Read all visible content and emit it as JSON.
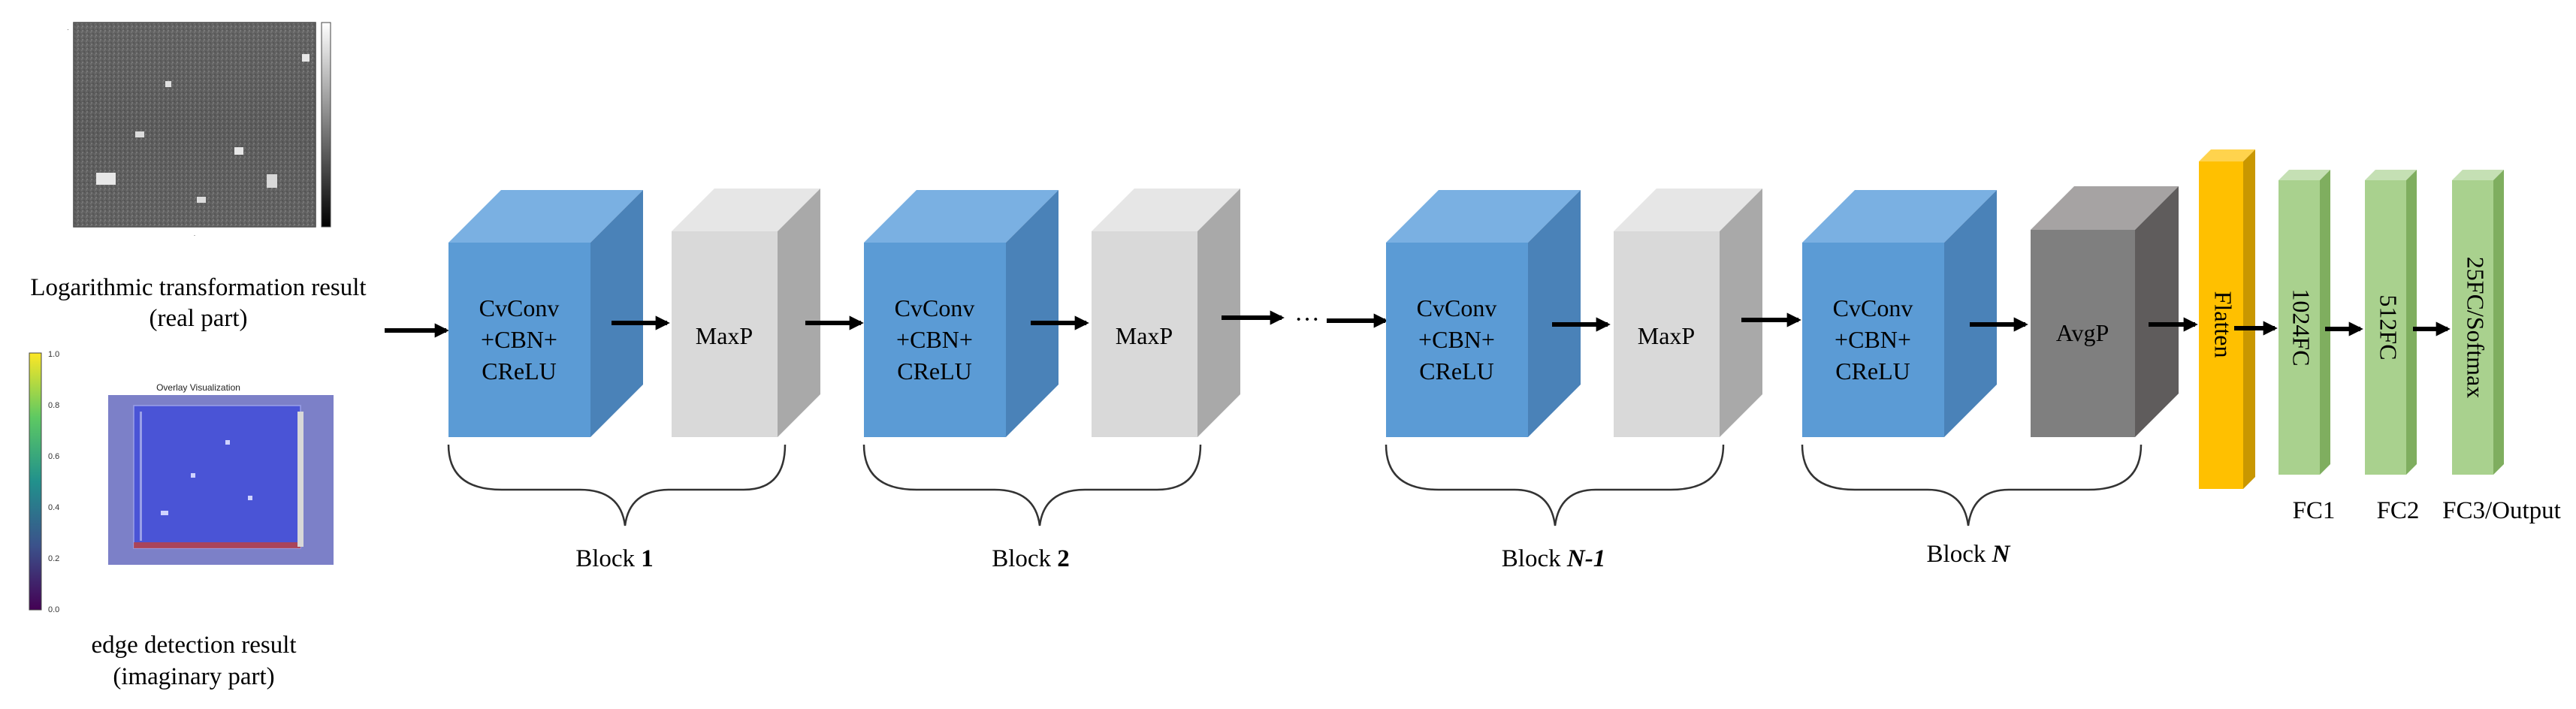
{
  "colors": {
    "conv": "#5b9bd5",
    "maxp": "#d9d9d9",
    "avgp": "#7f7f7f",
    "flatten": "#ffc000",
    "fc": "#a9d18e"
  },
  "inputs": {
    "real": {
      "caption_line1": "Logarithmic transformation result",
      "caption_line2": "(real part)"
    },
    "imaginary": {
      "plot_title": "Overlay Visualization",
      "colorbar_ticks": [
        "1.0",
        "0.8",
        "0.6",
        "0.4",
        "0.2",
        "0.0"
      ],
      "caption_line1": "edge detection result",
      "caption_line2": "(imaginary part)"
    }
  },
  "conv_block": {
    "line1": "CvConv",
    "line2": "+CBN+",
    "line3": "CReLU"
  },
  "maxp_label": "MaxP",
  "avgp_label": "AvgP",
  "ellipsis": "···",
  "groups": {
    "block1": {
      "prefix": "Block ",
      "index": "1"
    },
    "block2": {
      "prefix": "Block ",
      "index": "2"
    },
    "blockN1": {
      "prefix": "Block ",
      "index": "N-1"
    },
    "blockN": {
      "prefix": "Block ",
      "index": "N"
    }
  },
  "head": {
    "flatten": "Flatten",
    "fc1": {
      "inner": "1024FC",
      "caption": "FC1"
    },
    "fc2": {
      "inner": "512FC",
      "caption": "FC2"
    },
    "fc3": {
      "inner": "25FC/Softmax",
      "caption": "FC3/Output"
    }
  }
}
